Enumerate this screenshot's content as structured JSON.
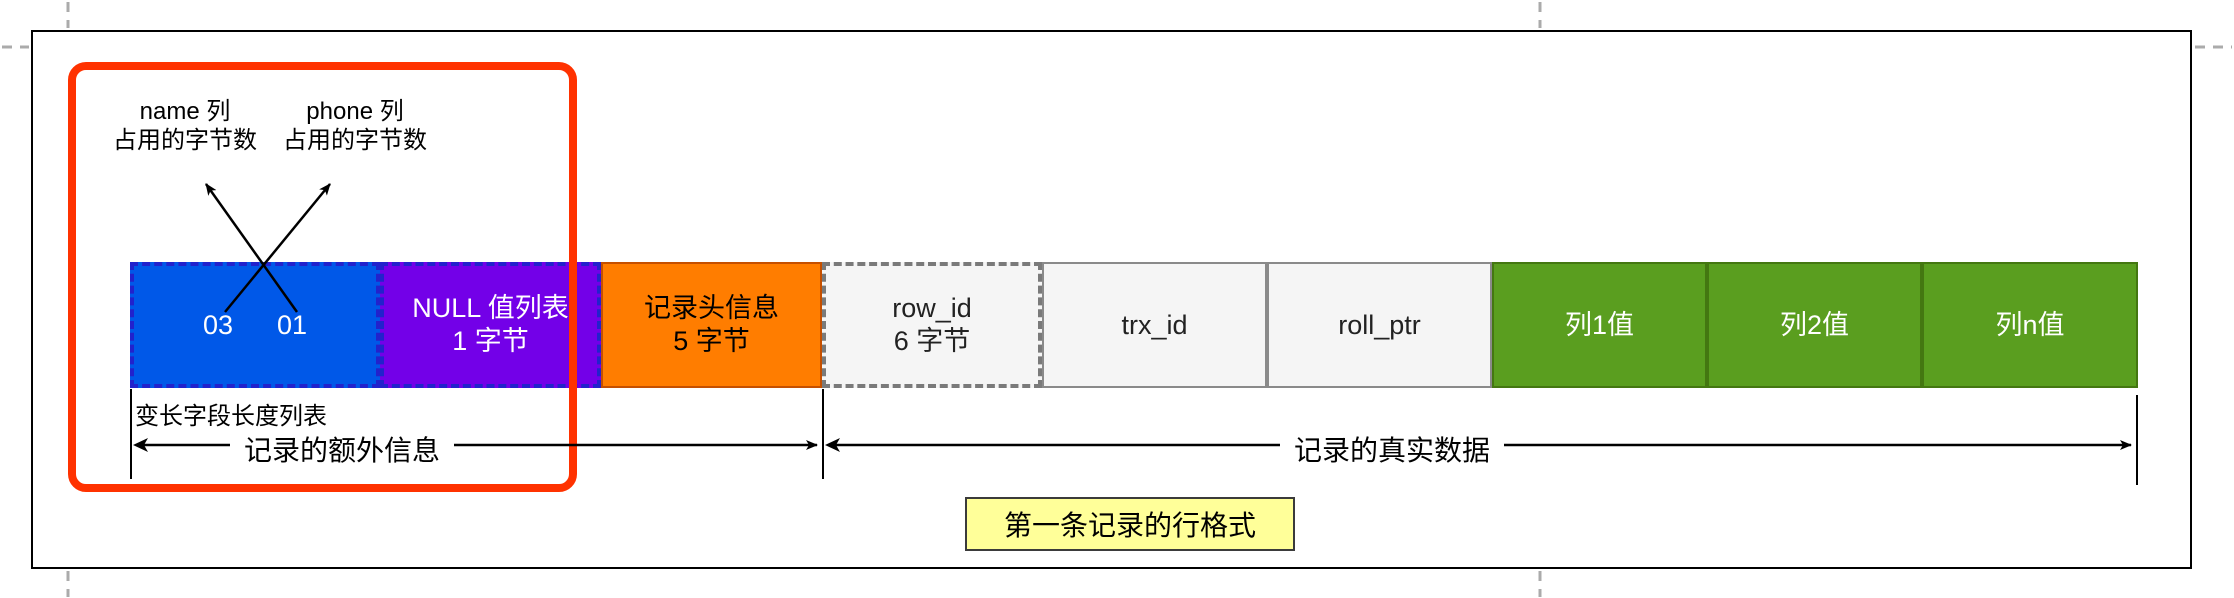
{
  "diagram": {
    "caption": "第一条记录的行格式",
    "column_length_labels": {
      "name": {
        "line1": "name 列",
        "line2": "占用的字节数"
      },
      "phone": {
        "line1": "phone 列",
        "line2": "占用的字节数"
      }
    },
    "varlen_list_label": "变长字段长度列表",
    "extra_info_label": "记录的额外信息",
    "real_data_label": "记录的真实数据",
    "segments": [
      {
        "id": "varlen-list",
        "byte1": "03",
        "byte2": "01"
      },
      {
        "id": "null-list",
        "line1": "NULL 值列表",
        "line2": "1 字节"
      },
      {
        "id": "record-header",
        "line1": "记录头信息",
        "line2": "5 字节"
      },
      {
        "id": "row-id",
        "line1": "row_id",
        "line2": "6 字节"
      },
      {
        "id": "trx-id",
        "line1": "trx_id"
      },
      {
        "id": "roll-ptr",
        "line1": "roll_ptr"
      },
      {
        "id": "col1-value",
        "line1": "列1值"
      },
      {
        "id": "col2-value",
        "line1": "列2值"
      },
      {
        "id": "coln-value",
        "line1": "列n值"
      }
    ],
    "colors": {
      "highlight_red": "#ff3200",
      "varlen_blue": "#0058e8",
      "null_purple": "#7300e8",
      "header_orange": "#ff7d00",
      "hidden_column_gray": "#f5f5f5",
      "value_green": "#5a9e1f",
      "caption_yellow": "#ffff99",
      "dashed_border_blue": "#2222cc"
    }
  }
}
